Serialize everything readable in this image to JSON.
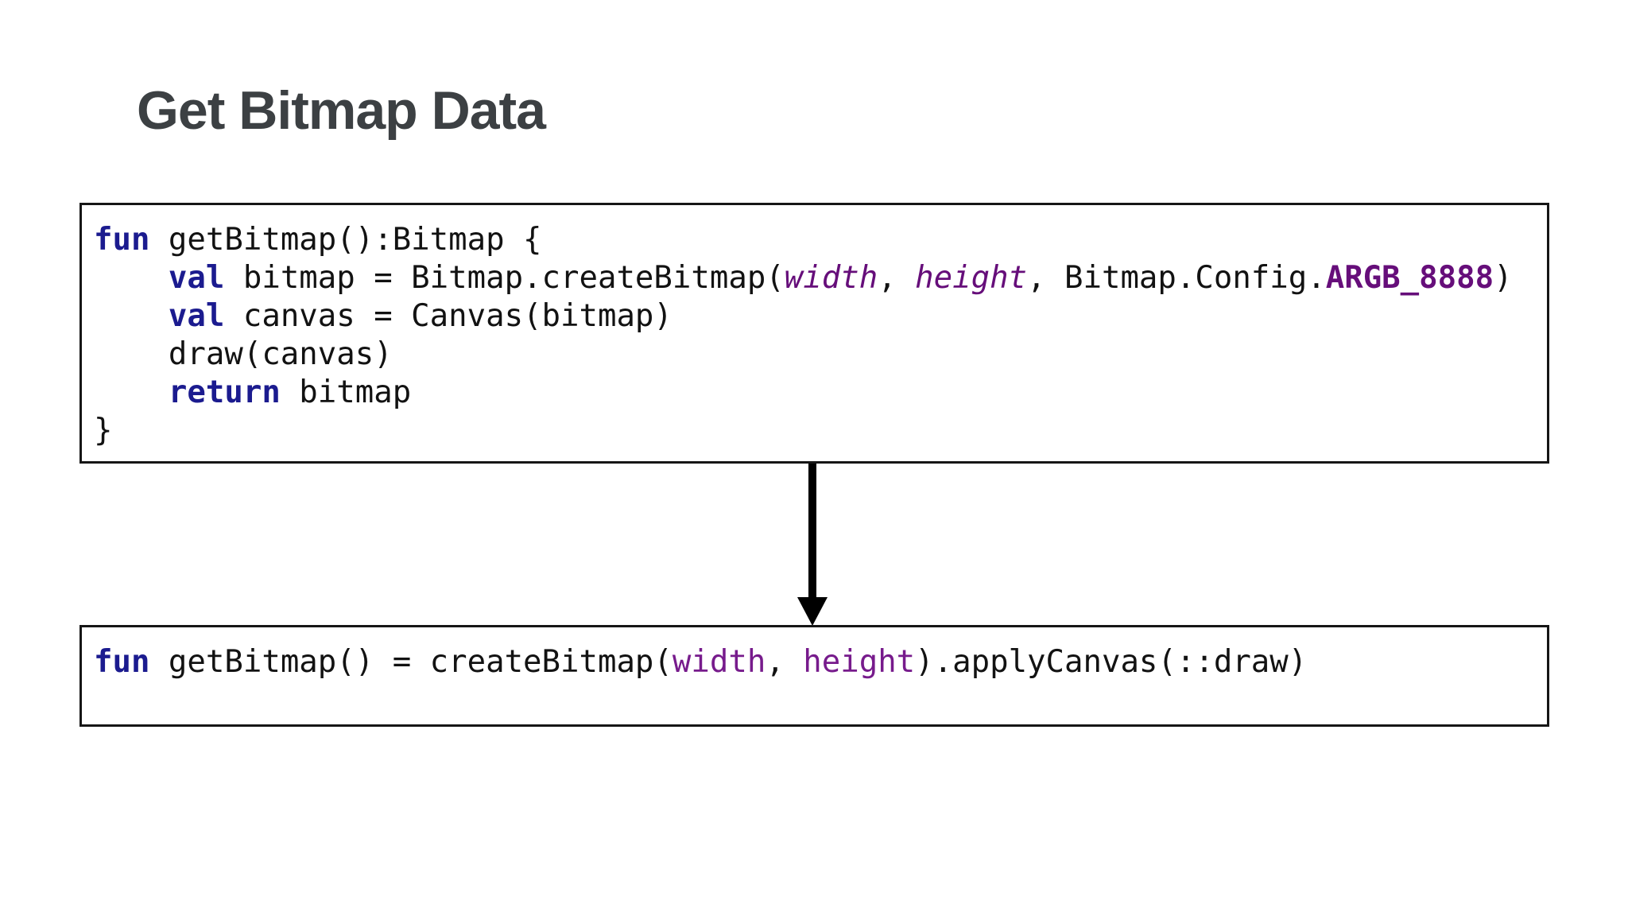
{
  "slide": {
    "title": "Get Bitmap Data",
    "background_color": "#ffffff",
    "title_color": "#3c4043"
  },
  "colors": {
    "keyword": "#1b1b8f",
    "parameter_italic": "#660e7a",
    "constant_bold": "#660e7a",
    "property": "#771b8c",
    "code_default": "#121212",
    "box_border": "#161616",
    "arrow": "#000000"
  },
  "arrow": {
    "direction": "down",
    "meaning": "refactors-to"
  },
  "code_blocks": [
    {
      "name": "verbose-getbitmap",
      "language": "kotlin",
      "lines": [
        [
          {
            "t": "fun",
            "s": "kw"
          },
          {
            "t": " getBitmap():Bitmap {",
            "s": "pl"
          }
        ],
        [
          {
            "t": "    ",
            "s": "pl"
          },
          {
            "t": "val",
            "s": "kw"
          },
          {
            "t": " bitmap = Bitmap.createBitmap(",
            "s": "pl"
          },
          {
            "t": "width",
            "s": "param"
          },
          {
            "t": ", ",
            "s": "pl"
          },
          {
            "t": "height",
            "s": "param"
          },
          {
            "t": ", Bitmap.Config.",
            "s": "pl"
          },
          {
            "t": "ARGB_8888",
            "s": "const"
          },
          {
            "t": ")",
            "s": "pl"
          }
        ],
        [
          {
            "t": "    ",
            "s": "pl"
          },
          {
            "t": "val",
            "s": "kw"
          },
          {
            "t": " canvas = Canvas(bitmap)",
            "s": "pl"
          }
        ],
        [
          {
            "t": "    draw(canvas)",
            "s": "pl"
          }
        ],
        [
          {
            "t": "    ",
            "s": "pl"
          },
          {
            "t": "return",
            "s": "kw"
          },
          {
            "t": " bitmap",
            "s": "pl"
          }
        ],
        [
          {
            "t": "}",
            "s": "pl"
          }
        ]
      ]
    },
    {
      "name": "concise-getbitmap",
      "language": "kotlin",
      "lines": [
        [
          {
            "t": "fun",
            "s": "kw"
          },
          {
            "t": " getBitmap() = createBitmap(",
            "s": "pl"
          },
          {
            "t": "width",
            "s": "prop"
          },
          {
            "t": ", ",
            "s": "pl"
          },
          {
            "t": "height",
            "s": "prop"
          },
          {
            "t": ").applyCanvas(::draw)",
            "s": "pl"
          }
        ]
      ]
    }
  ]
}
